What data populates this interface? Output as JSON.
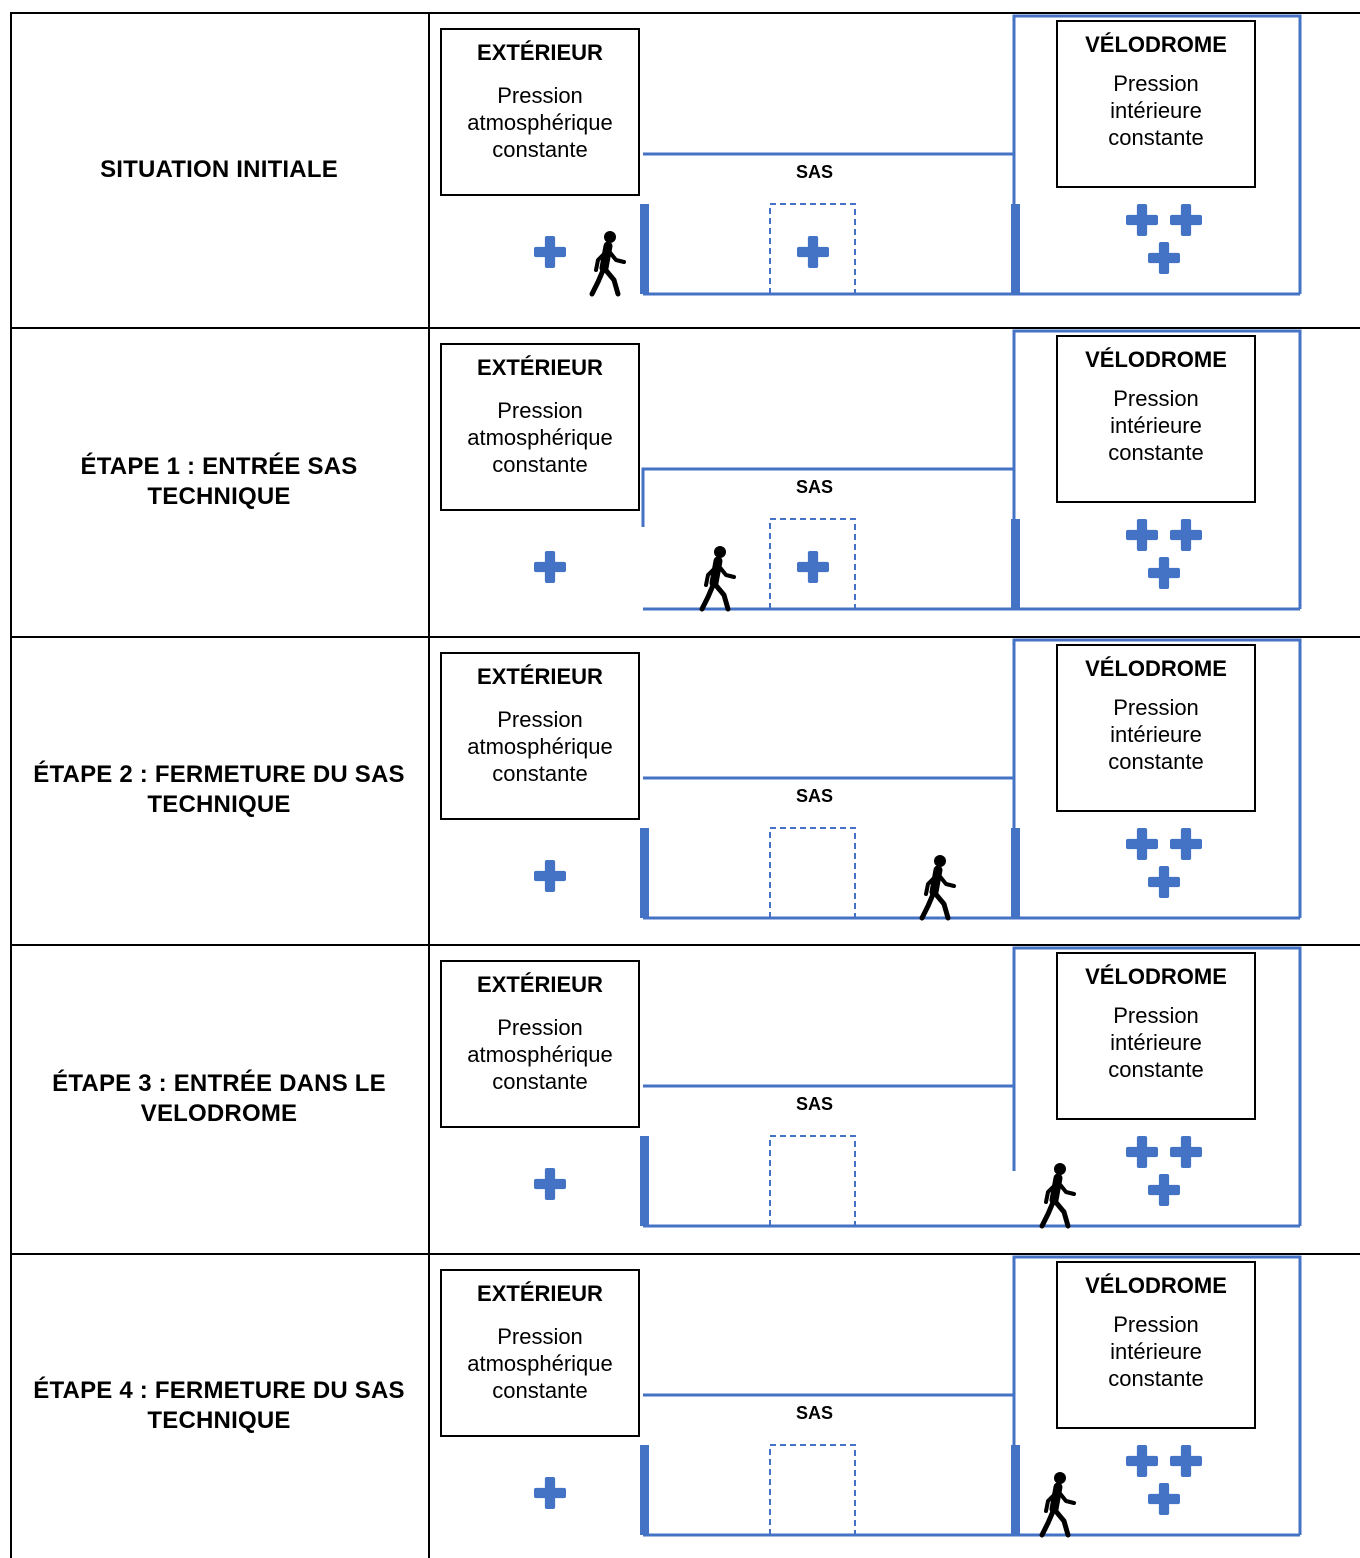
{
  "rows": [
    {
      "label": "SITUATION INITIALE",
      "walker": "outside",
      "door_left_open": false,
      "door_right_open": false,
      "sas_plus": true
    },
    {
      "label": "ÉTAPE 1 : ENTRÉE SAS TECHNIQUE",
      "walker": "sas-left",
      "door_left_open": true,
      "door_right_open": false,
      "sas_plus": true
    },
    {
      "label": "ÉTAPE 2 : FERMETURE DU SAS TECHNIQUE",
      "walker": "sas-right",
      "door_left_open": false,
      "door_right_open": false,
      "sas_plus": false
    },
    {
      "label": "ÉTAPE 3 : ENTRÉE DANS LE VELODROME",
      "walker": "velodrome",
      "door_left_open": false,
      "door_right_open": true,
      "sas_plus": false
    },
    {
      "label": "ÉTAPE 4 : FERMETURE DU SAS TECHNIQUE",
      "walker": "velodrome",
      "door_left_open": false,
      "door_right_open": false,
      "sas_plus": false
    }
  ],
  "exterior": {
    "title": "EXTÉRIEUR",
    "line1": "Pression",
    "line2": "atmosphérique",
    "line3": "constante"
  },
  "velodrome": {
    "title": "VÉLODROME",
    "line1": "Pression",
    "line2": "intérieure",
    "line3": "constante"
  },
  "sas_label": "SAS",
  "colors": {
    "accent": "#4472C4",
    "line": "#000000"
  },
  "icons": {
    "pressure": "plus-icon",
    "person": "walking-person-icon"
  }
}
